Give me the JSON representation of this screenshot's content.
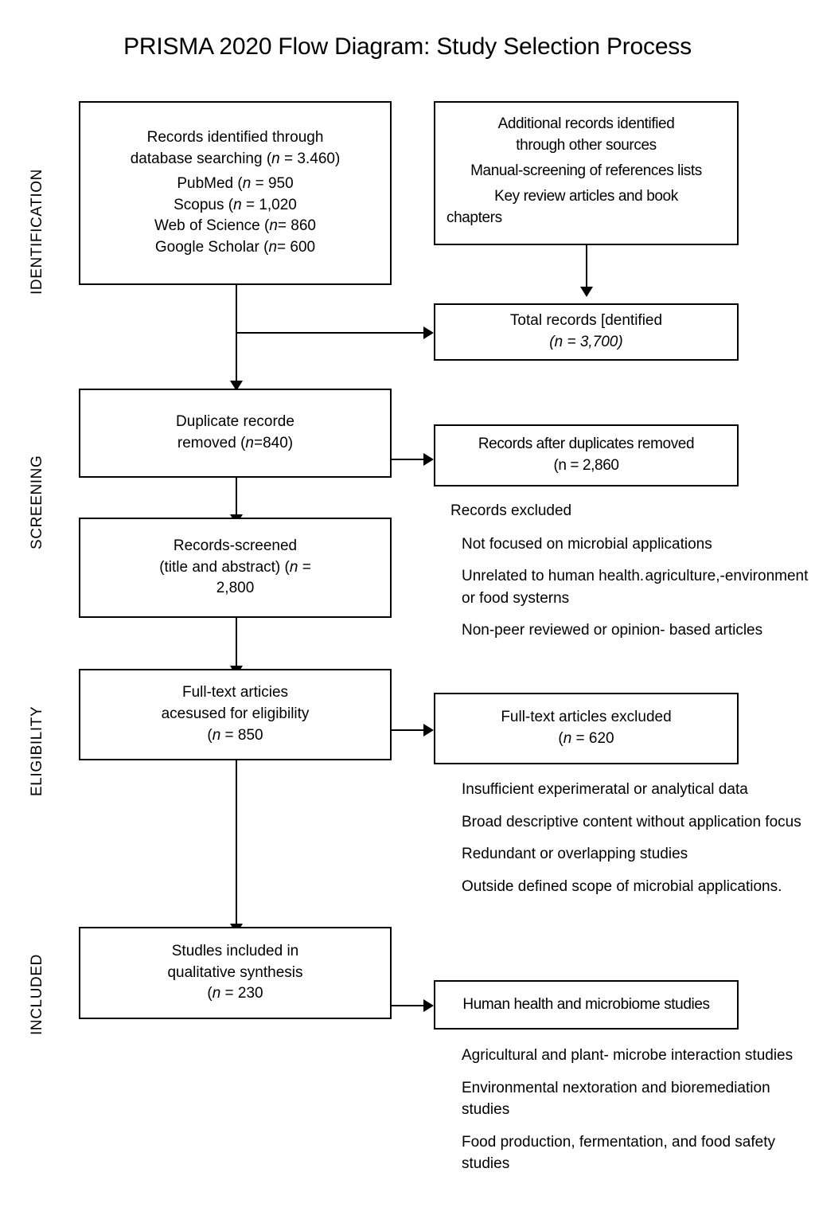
{
  "title": "PRISMA 2020 Flow Diagram: Study Selection Process",
  "stages": [
    {
      "id": "identification",
      "label": "IDENTIFICATION"
    },
    {
      "id": "screening",
      "label": "SCREENING"
    },
    {
      "id": "eligibility",
      "label": "ELIGIBILITY"
    },
    {
      "id": "included",
      "label": "INCLUDED"
    }
  ],
  "boxes": {
    "records_identified": {
      "line1": "Records identified through",
      "line2_pre": "database searching (",
      "line2_n": "n",
      "line2_post": " = 3.460)",
      "sources": [
        {
          "name": "PubMed (",
          "n": "n",
          "value": " = 950"
        },
        {
          "name": "Scopus (",
          "n": "n",
          "value": " = 1,020"
        },
        {
          "name": "Web of Science (",
          "n": "n",
          "value": "= 860"
        },
        {
          "name": "Google Scholar (",
          "n": "n",
          "value": "= 600"
        }
      ]
    },
    "additional_records": {
      "line1": "Additional records identified",
      "line2": "through other sources",
      "line3": "Manual-screening of references lists",
      "line4": "Key review articles and book",
      "line5": "chapters"
    },
    "total_records": {
      "line1": "Total records [dentified",
      "line2": "(n = 3,700)"
    },
    "duplicates_removed": {
      "line1": "Duplicate recorde",
      "line2_pre": "removed (",
      "line2_n": "n",
      "line2_post": "=840)"
    },
    "records_after_duplicates": {
      "line1": "Records after duplicates removed",
      "line2": "(n = 2,860"
    },
    "records_screened": {
      "line1": "Records-screened",
      "line2_pre": "(title and abstract) (",
      "line2_n": "n",
      "line2_post": " =",
      "line3": "2,800"
    },
    "fulltext_assessed": {
      "line1": "Full-text articies",
      "line2": "acesused for eligibility",
      "line3_pre": "(",
      "line3_n": "n",
      "line3_post": " = 850"
    },
    "fulltext_excluded": {
      "line1": "Full-text articles excluded",
      "line2_pre": "(",
      "line2_n": "n",
      "line2_post": " = 620"
    },
    "studies_included": {
      "line1": "Studles included in",
      "line2": "qualitative synthesis",
      "line3_pre": "(",
      "line3_n": "n",
      "line3_post": " = 230"
    },
    "human_health": {
      "line1": "Human health and microbiome studies"
    }
  },
  "lists": {
    "records_excluded": {
      "heading": "Records excluded",
      "items": [
        [
          "Not focused on microbial applications"
        ],
        [
          "Unrelated to human health.",
          "agriculture,-environment or food systerns"
        ],
        [
          "Non-peer reviewed or opinion-",
          "based articles"
        ]
      ]
    },
    "fulltext_excluded_reasons": {
      "items": [
        [
          "Insufficient experimeratal or analytical data"
        ],
        [
          "Broad descriptive content without",
          "application focus"
        ],
        [
          "Redundant or overlapping studies"
        ],
        [
          "Outside defined scope of microbial",
          "applications."
        ]
      ]
    },
    "included_categories": {
      "items": [
        [
          "Agricultural and plant- microbe",
          "interaction studies"
        ],
        [
          "Environmental nextoration and",
          "bioremediation studies"
        ],
        [
          "Food production, fermentation, and",
          "food safety studies"
        ]
      ]
    }
  },
  "colors": {
    "stroke": "#000000",
    "background": "#ffffff",
    "text": "#000000"
  }
}
